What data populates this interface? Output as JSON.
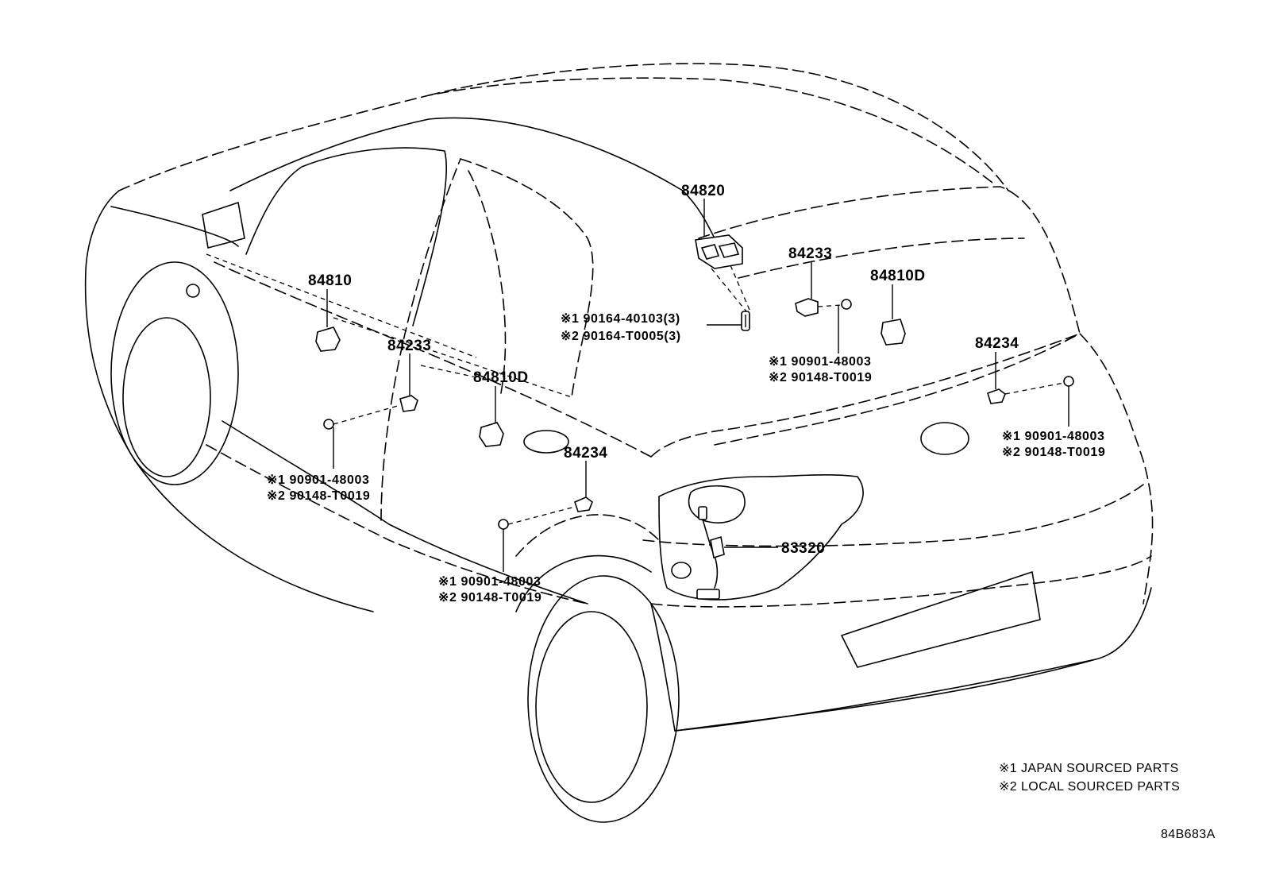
{
  "parts": {
    "p84820": "84820",
    "p84233_top": "84233",
    "p84810D_top": "84810D",
    "p84810": "84810",
    "p84233_left": "84233",
    "p84810D_mid": "84810D",
    "p84234_right": "84234",
    "p84234_mid": "84234",
    "p83320": "83320"
  },
  "notes": {
    "n1_center_top": "※1  90164-40103(3)",
    "n2_center_top": "※2  90164-T0005(3)",
    "n1_center_right": "※1 90901-48003",
    "n2_center_right": "※2 90148-T0019",
    "n1_far_right": "※1 90901-48003",
    "n2_far_right": "※2 90148-T0019",
    "n1_left": "※1 90901-48003",
    "n2_left": "※2 90148-T0019",
    "n1_bottom": "※1 90901-48003",
    "n2_bottom": "※2 90148-T0019"
  },
  "legend": {
    "line1": "※1 JAPAN SOURCED PARTS",
    "line2": "※2 LOCAL SOURCED PARTS"
  },
  "diagram_code": "84B683A"
}
